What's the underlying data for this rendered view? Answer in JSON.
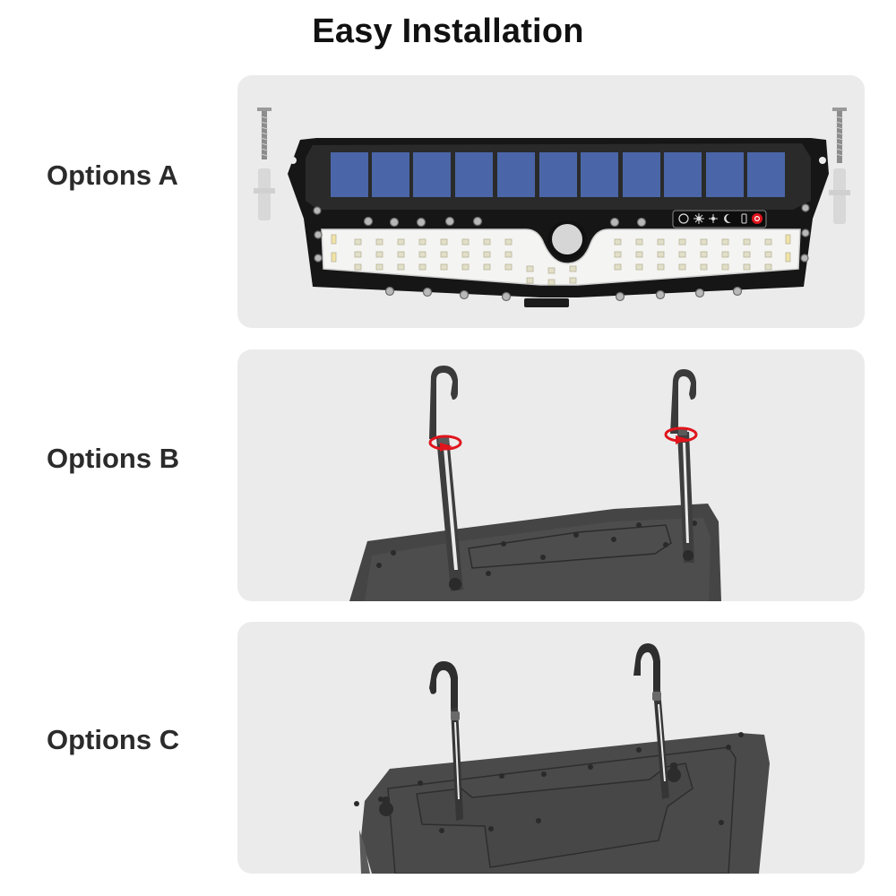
{
  "header": {
    "title": "Easy Installation"
  },
  "options": [
    {
      "label": "Options A",
      "method": "wall-screw-mount",
      "illustration": "solar-light-front-with-screws-and-anchors"
    },
    {
      "label": "Options B",
      "method": "rotatable-hooks",
      "illustration": "hooks-with-rotation-arrows"
    },
    {
      "label": "Options C",
      "method": "hanging-hooks",
      "illustration": "hooks-on-back-panel"
    }
  ],
  "product": {
    "solar_cells": 11,
    "control_panel_icons": [
      "mode-icon",
      "sun-bright-icon",
      "sun-dim-icon",
      "moon-icon",
      "battery-icon",
      "power-button-icon"
    ]
  },
  "colors": {
    "card_bg": "#ebebeb",
    "title_text": "#111111",
    "label_text": "#2b2b2b",
    "solar_blue": "#4a66a8",
    "body_black": "#161616",
    "led_white": "#f4f4f2",
    "arrow_red": "#e0141c",
    "back_panel_gray": "#4a4a4a"
  }
}
